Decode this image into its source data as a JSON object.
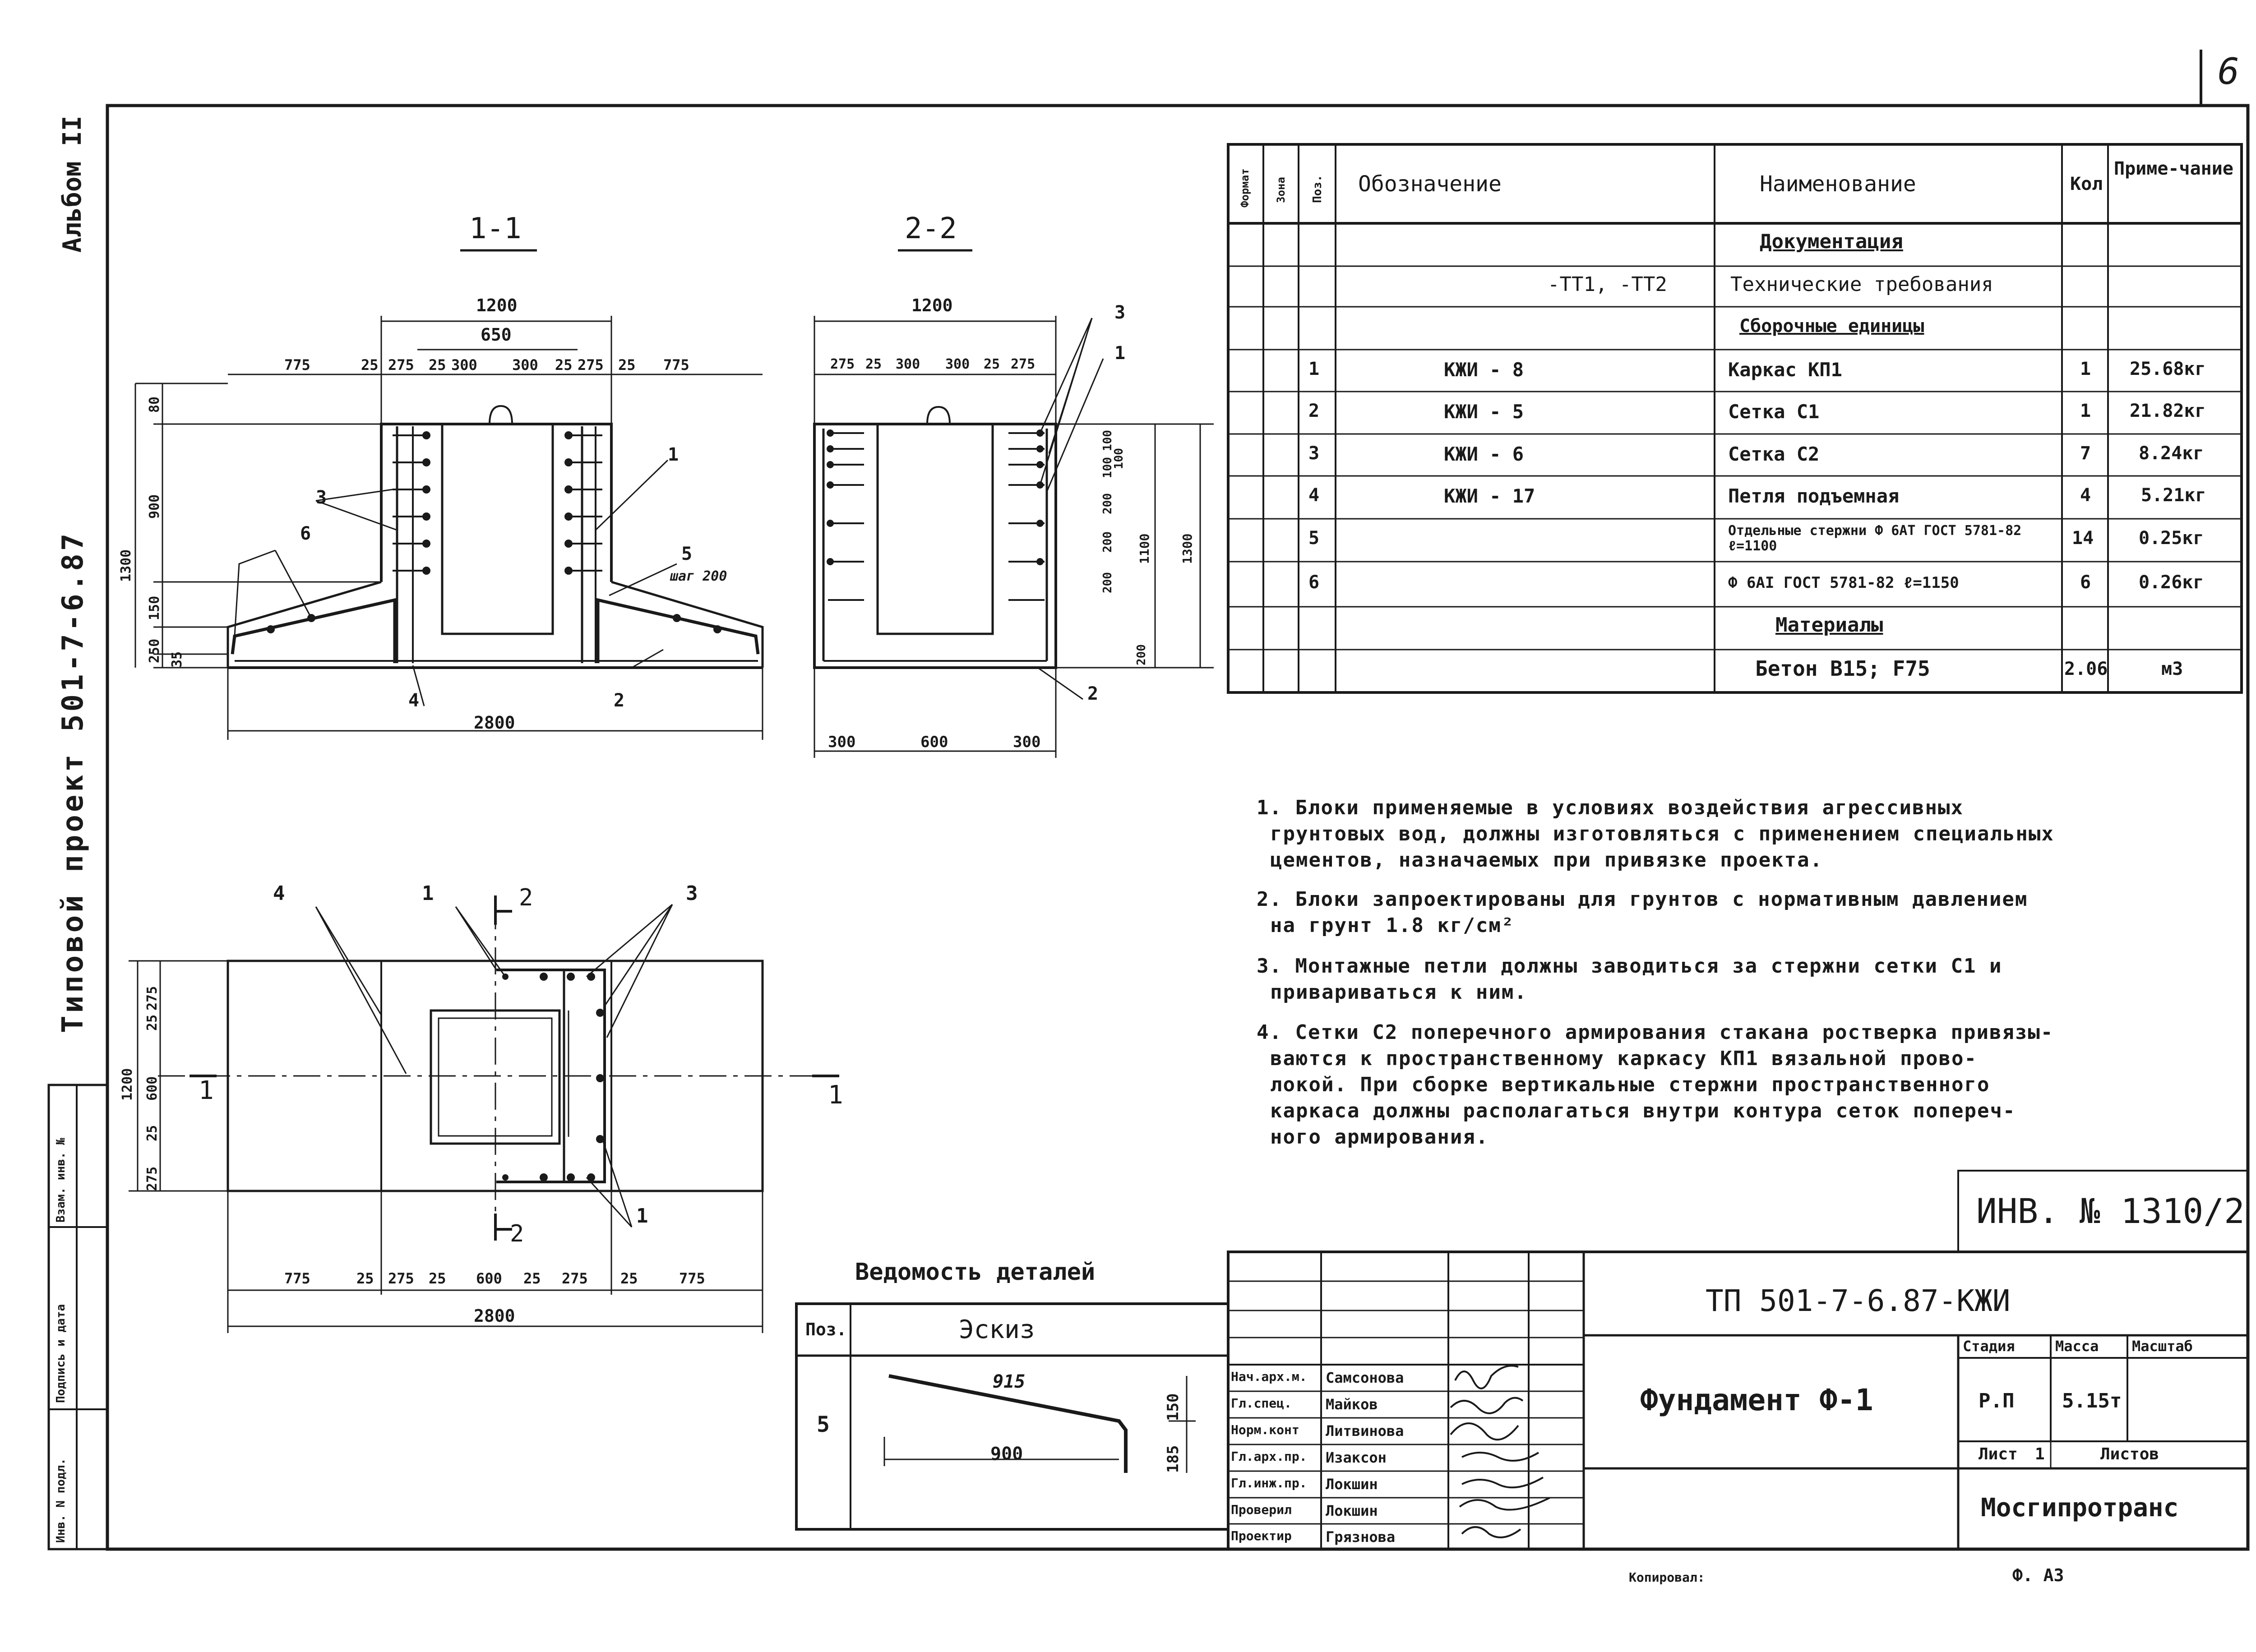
{
  "sheet": {
    "sheet_number": "6",
    "album": "Альбом II",
    "project": "Типовой проект 501-7-6.87",
    "stamp_side": [
      "Инв. N подл.",
      "Подпись и дата",
      "Взам. инв. №"
    ],
    "inventory": "ИНВ. № 1310/2",
    "copied_by": "Копировал:",
    "format": "Ф. А3"
  },
  "sections": {
    "s11_title": "1-1",
    "s22_title": "2-2",
    "plan_cut_left": "1",
    "plan_cut_right": "1",
    "plan_cut_top": "2",
    "plan_cut_bottom": "2",
    "s11_dims_top": [
      "775",
      "25",
      "275",
      "25",
      "300",
      "300",
      "25",
      "275",
      "25",
      "775"
    ],
    "s11_overall": "1200",
    "s11_inner": "650",
    "s11_total": "2800",
    "s11_left_dims": [
      "80",
      "900",
      "1300",
      "250",
      "150",
      "35"
    ],
    "s11_spacing": "шаг 200",
    "s22_dims_top": [
      "275",
      "25",
      "300",
      "300",
      "25",
      "275"
    ],
    "s22_overall": "1200",
    "s22_right_dims": [
      "100",
      "100",
      "100",
      "200",
      "200",
      "200",
      "200",
      "1100",
      "1300"
    ],
    "s22_bottom": [
      "300",
      "600",
      "300"
    ],
    "plan_dims_bottom": [
      "775",
      "25",
      "275",
      "25",
      "600",
      "25",
      "275",
      "25",
      "775"
    ],
    "plan_total": "2800",
    "plan_left_dims": [
      "1200",
      "275",
      "25",
      "600",
      "25",
      "275"
    ],
    "callouts": [
      "1",
      "2",
      "3",
      "4",
      "5",
      "6"
    ]
  },
  "spec": {
    "headers": {
      "format": "Формат",
      "zone": "Зона",
      "pos": "Поз.",
      "designation": "Обозначение",
      "name": "Наименование",
      "qty": "Кол",
      "note": "Приме-чание"
    },
    "groups": {
      "docs": "Документация",
      "assemblies": "Сборочные единицы",
      "materials": "Материалы"
    },
    "doc_row": {
      "designation": "-ТТ1, -ТТ2",
      "name": "Технические требования"
    },
    "rows": [
      {
        "pos": "1",
        "designation": "КЖИ - 8",
        "name": "Каркас КП1",
        "qty": "1",
        "note": "25.68кг"
      },
      {
        "pos": "2",
        "designation": "КЖИ - 5",
        "name": "Сетка С1",
        "qty": "1",
        "note": "21.82кг"
      },
      {
        "pos": "3",
        "designation": "КЖИ - 6",
        "name": "Сетка С2",
        "qty": "7",
        "note": "8.24кг"
      },
      {
        "pos": "4",
        "designation": "КЖИ - 17",
        "name": "Петля подъемная",
        "qty": "4",
        "note": "5.21кг"
      },
      {
        "pos": "5",
        "designation": "",
        "name": "Отдельные стержни Ф 6АТ ГОСТ 5781-82 ℓ=1100",
        "qty": "14",
        "note": "0.25кг"
      },
      {
        "pos": "6",
        "designation": "",
        "name": "Ф 6АI ГОСТ 5781-82 ℓ=1150",
        "qty": "6",
        "note": "0.26кг"
      }
    ],
    "material_row": {
      "name": "Бетон В15; F75",
      "qty": "2.06",
      "note": "м3"
    }
  },
  "notes": [
    "1. Блоки применяемые в условиях воздействия агрессивных",
    "грунтовых вод, должны изготовляться с применением специальных",
    "цементов, назначаемых при привязке проекта.",
    "2. Блоки запроектированы для грунтов с нормативным давлением",
    "на грунт 1.8 кг/см²",
    "3. Монтажные петли должны заводиться за стержни сетки С1 и",
    "привариваться к ним.",
    "4. Сетки С2 поперечного армирования стакана ростверка привязы-",
    "ваются к пространственному каркасу КП1 вязальной прово-",
    "локой. При сборке вертикальные стержни пространственного",
    "каркаса должны располагаться внутри контура сеток попереч-",
    "ного армирования."
  ],
  "details": {
    "title": "Ведомость деталей",
    "col_pos": "Поз.",
    "col_sketch": "Эскиз",
    "pos": "5",
    "dim_top": "915",
    "dim_bottom": "900",
    "dim_right_top": "150",
    "dim_right_bottom": "185"
  },
  "title_block": {
    "code": "ТП 501-7-6.87-КЖИ",
    "title": "Фундамент Ф-1",
    "stage_label": "Стадия",
    "mass_label": "Масса",
    "scale_label": "Масштаб",
    "stage": "Р.П",
    "mass": "5.15т",
    "sheet_label": "Лист",
    "sheet_value": "1",
    "sheets_label": "Листов",
    "org": "Мосгипротранс",
    "people": [
      {
        "role": "Нач.арх.м.",
        "name": "Самсонова"
      },
      {
        "role": "Гл.спец.",
        "name": "Майков"
      },
      {
        "role": "Норм.конт",
        "name": "Литвинова"
      },
      {
        "role": "Гл.арх.пр.",
        "name": "Изаксон"
      },
      {
        "role": "Гл.инж.пр.",
        "name": "Локшин"
      },
      {
        "role": "Проверил",
        "name": "Локшин"
      },
      {
        "role": "Проектир",
        "name": "Грязнова"
      }
    ]
  }
}
